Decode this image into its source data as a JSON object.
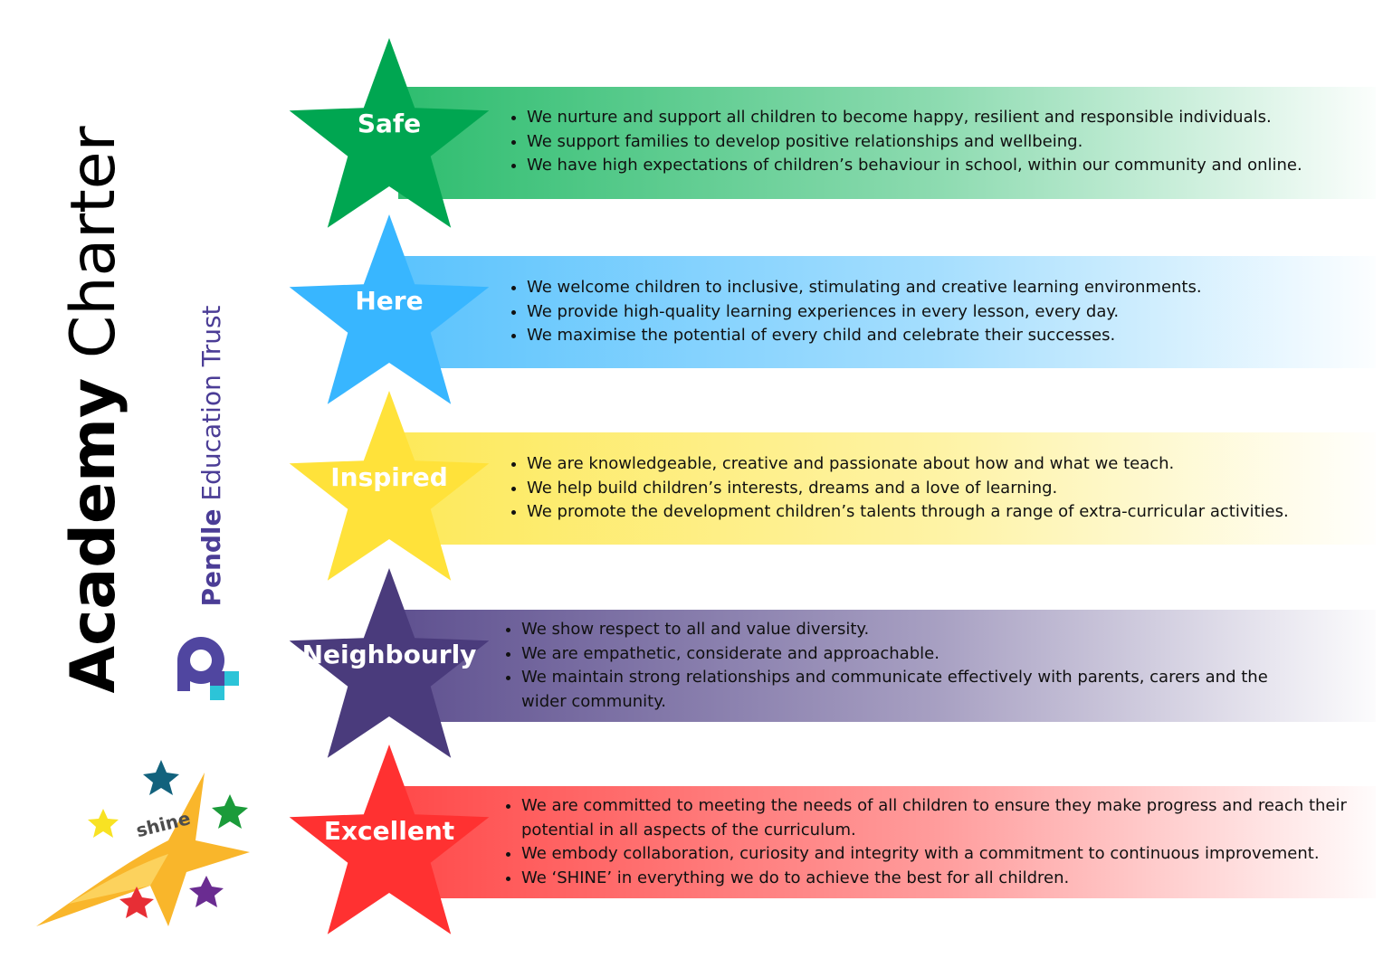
{
  "title": {
    "bold": "Academy",
    "light": "Charter"
  },
  "trust": {
    "bold": "Pendle",
    "light": "Education Trust"
  },
  "shine_logo": {
    "text": "shine"
  },
  "values": [
    {
      "label": "Safe",
      "color": "#00a651",
      "band_color": "#2ebd6f",
      "bullets": [
        "We nurture and support all children to become happy, resilient and responsible individuals.",
        "We support families to develop positive relationships and wellbeing.",
        "We have high expectations of children’s behaviour in school, within our community and online."
      ]
    },
    {
      "label": "Here",
      "color": "#38b6ff",
      "band_color": "#5bc3fd",
      "bullets": [
        "We welcome children to inclusive, stimulating and creative learning environments.",
        "We provide high-quality learning experiences in every lesson, every day.",
        "We maximise the potential of every child and celebrate their successes."
      ]
    },
    {
      "label": "Inspired",
      "color": "#ffe23a",
      "band_color": "#fde95a",
      "bullets": [
        "We are knowledgeable, creative and passionate about how and what we teach.",
        "We help build children’s interests, dreams and a love of learning.",
        "We promote the development children’s talents through a range of extra-curricular activities."
      ]
    },
    {
      "label": "Neighbourly",
      "color": "#4a3b7c",
      "band_color": "#5f5190",
      "bullets": [
        "We show respect to all and value diversity.",
        "We are empathetic, considerate and approachable.",
        "We maintain strong relationships and communicate effectively with parents, carers and the wider community."
      ]
    },
    {
      "label": "Excellent",
      "color": "#ff3131",
      "band_color": "#ff4a4a",
      "bullets": [
        "We are committed to meeting the needs of all children to ensure they make progress and reach their potential in all aspects of the curriculum.",
        "We embody collaboration, curiosity and integrity with a commitment to continuous improvement.",
        "We ‘SHINE’ in everything we do to achieve the best for all children."
      ]
    }
  ]
}
